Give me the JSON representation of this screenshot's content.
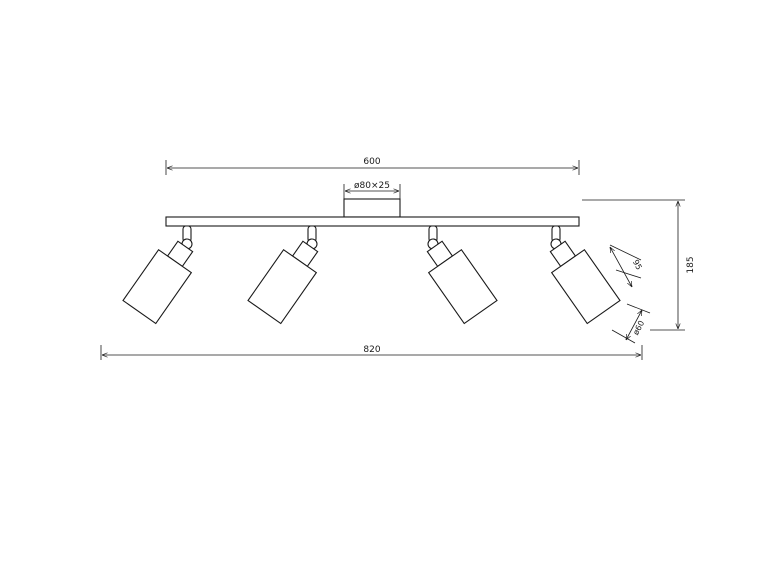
{
  "dimensions": {
    "width_600": "600",
    "canopy": "ø80×25",
    "height_185": "185",
    "shade_height": "95",
    "shade_diameter": "ø60",
    "overall_820": "820"
  },
  "spots": [
    {
      "angle_deg": 35
    },
    {
      "angle_deg": 35
    },
    {
      "angle_deg": -35
    },
    {
      "angle_deg": -35
    }
  ]
}
